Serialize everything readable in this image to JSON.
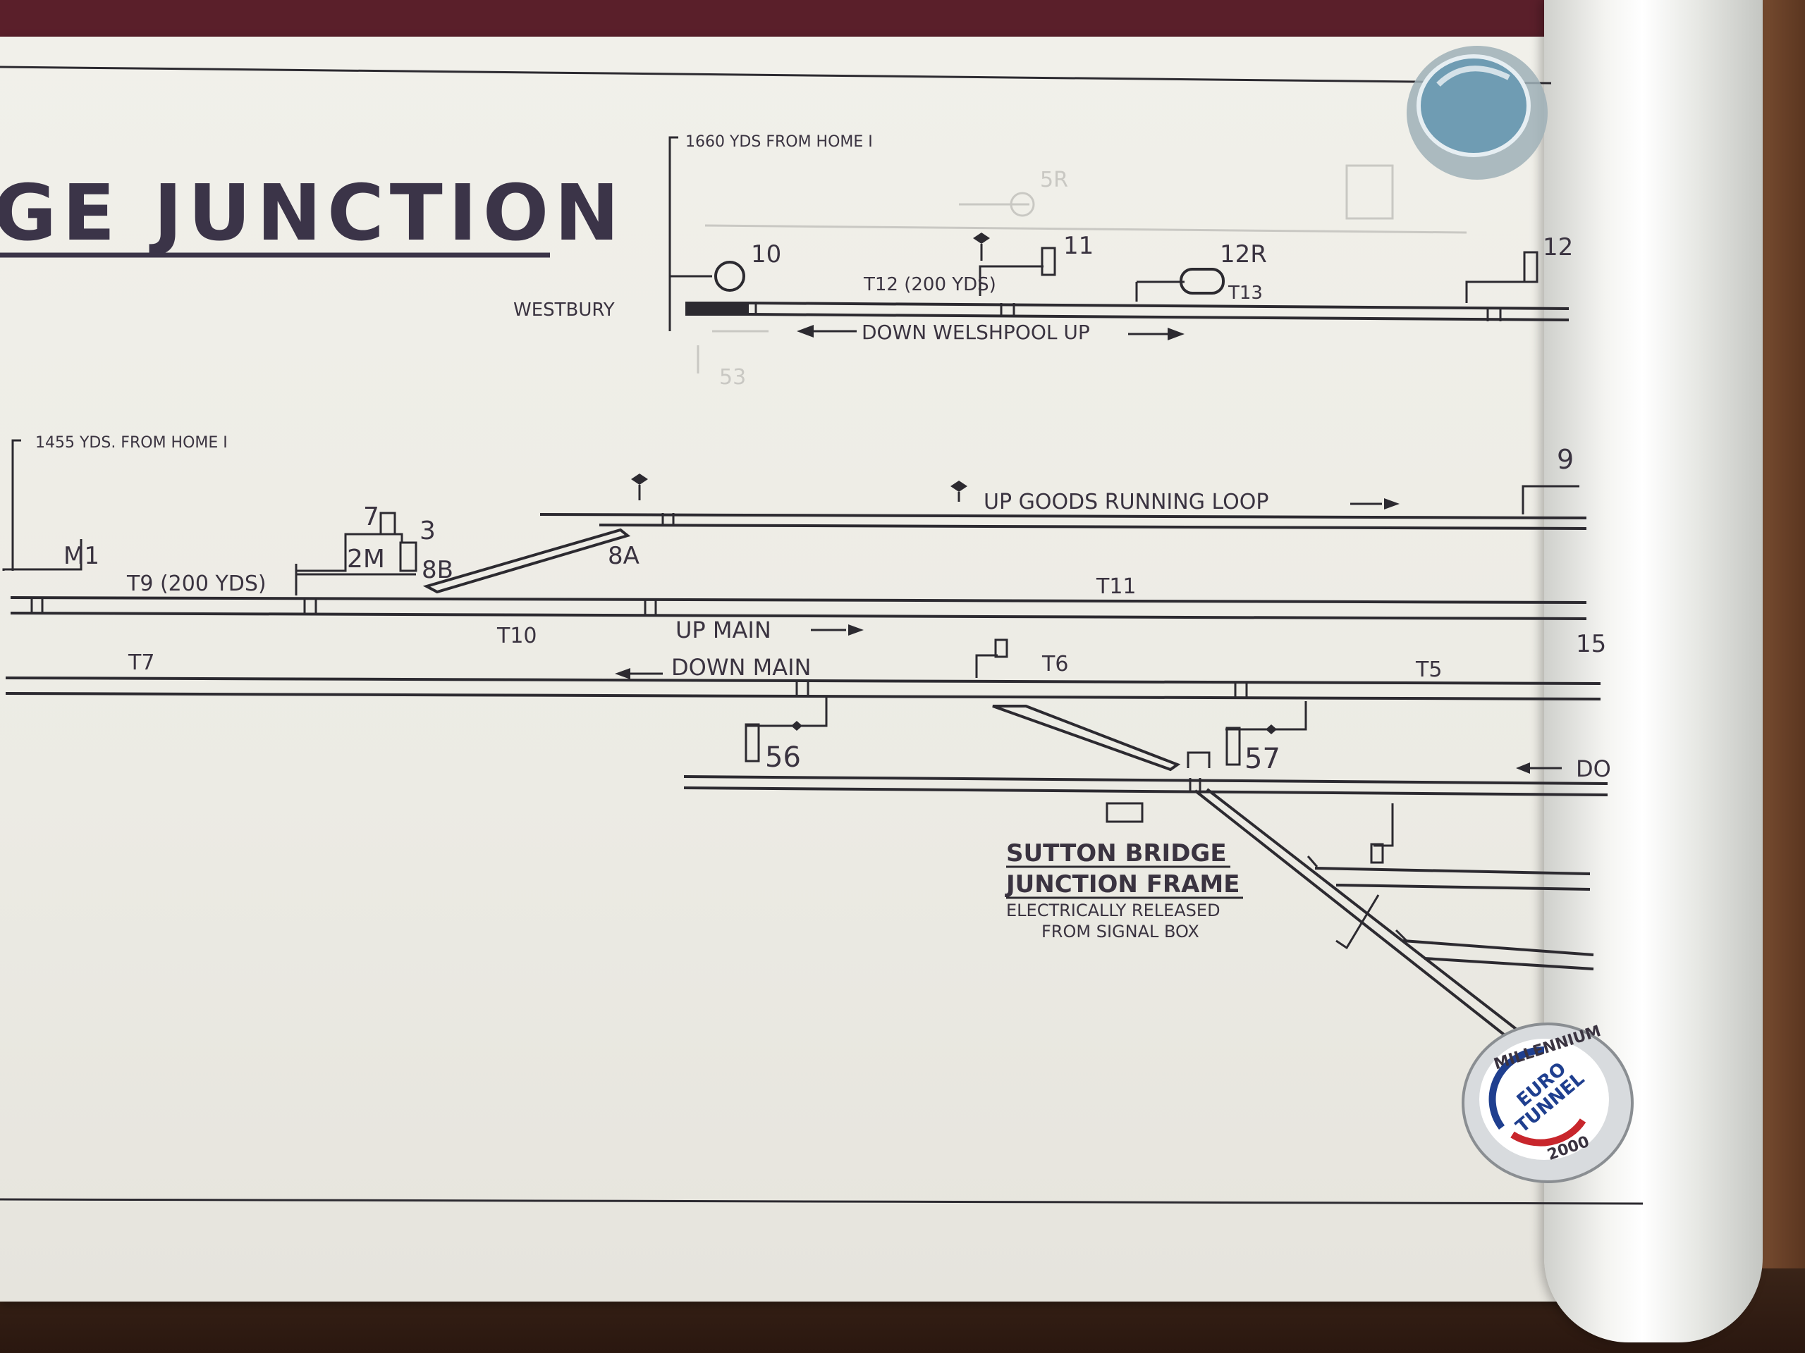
{
  "title": "GE JUNCTION",
  "labels": {
    "westbury": "WESTBURY",
    "home_1660": "1660 YDS FROM HOME I",
    "home_1455": "1455 YDS. FROM HOME I",
    "welshpool": "DOWN WELSHPOOL UP",
    "up_goods": "UP GOODS RUNNING LOOP",
    "up_main": "UP MAIN",
    "down_main": "DOWN MAIN",
    "frame_title_1": "SUTTON BRIDGE",
    "frame_title_2": "JUNCTION FRAME",
    "frame_sub_1": "ELECTRICALLY RELEASED",
    "frame_sub_2": "FROM SIGNAL BOX",
    "right_edge": "DO"
  },
  "signals": {
    "s10": "10",
    "s11": "11",
    "s12r": "12R",
    "s12": "12",
    "s9": "9",
    "s7": "7",
    "s3": "3",
    "s2m": "2M",
    "s8b": "8B",
    "s8a": "8A",
    "m1": "M1",
    "s56": "56",
    "s57": "57",
    "s15": "15",
    "ghost_5r": "5R",
    "ghost_53": "53"
  },
  "track_circuits": {
    "t12": "T12 (200 YDS)",
    "t13": "T13",
    "t9": "T9 (200 YDS)",
    "t10": "T10",
    "t11": "T11",
    "t7": "T7",
    "t6": "T6",
    "t5": "T5"
  },
  "paperweight": {
    "line1": "MILLENNIUM",
    "line2": "EURO",
    "line3": "TUNNEL",
    "line4": "2000"
  },
  "colors": {
    "ink": "#2c2a30",
    "title_ink": "#3b3448",
    "paper": "#eeede6",
    "burgundy": "#5a1f2a",
    "wood": "#6b4a33"
  }
}
